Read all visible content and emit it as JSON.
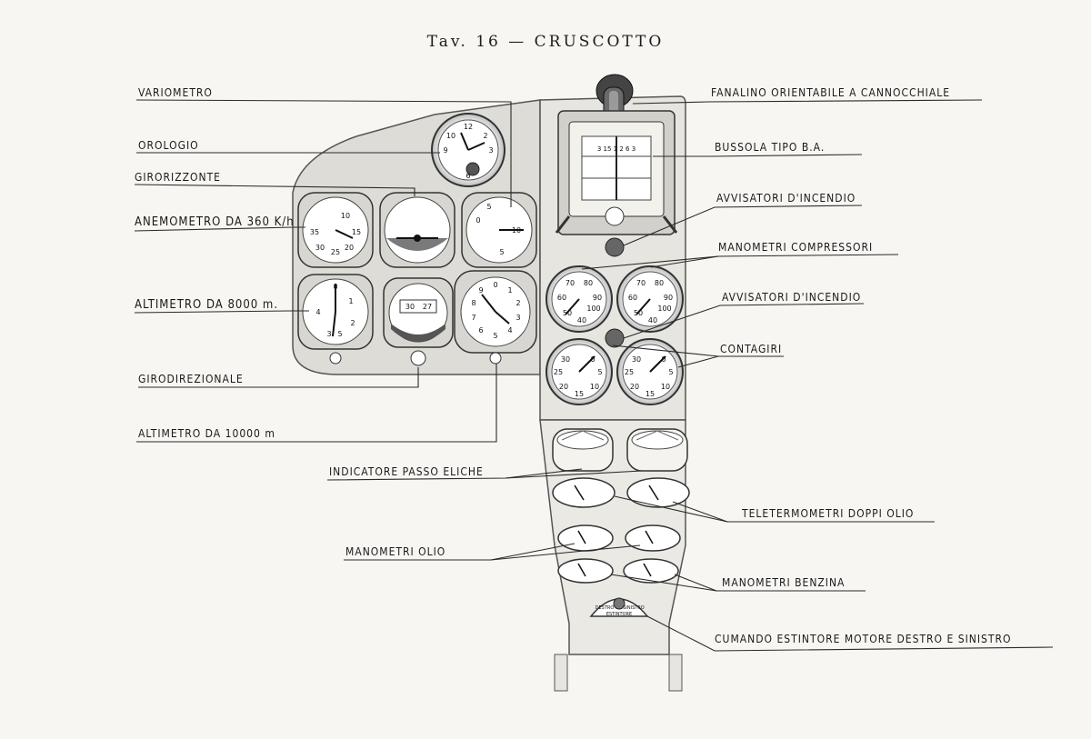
{
  "title": "Tav. 16 — CRUSCOTTO",
  "labels": {
    "variometro": "VARIOMETRO",
    "orologio": "OROLOGIO",
    "girorizzonte": "GIRORIZZONTE",
    "anemometro": "ANEMOMETRO DA 360 K/h",
    "altimetro_8000": "ALTIMETRO DA 8000 m.",
    "girodirezionale": "GIRODIREZIONALE",
    "altimetro_10000": "ALTIMETRO DA 10000 m",
    "fanalino": "FANALINO ORIENTABILE A CANNOCCHIALE",
    "bussola": "BUSSOLA TIPO B.A.",
    "avvisatori_1": "AVVISATORI D'INCENDIO",
    "manometri_compressori": "MANOMETRI COMPRESSORI",
    "avvisatori_2": "AVVISATORI D'INCENDIO",
    "contagiri": "CONTAGIRI",
    "indicatore_passo": "INDICATORE PASSO ELICHE",
    "teletermometri": "TELETERMOMETRI DOPPI OLIO",
    "manometri_olio": "MANOMETRI OLIO",
    "manometri_benzina": "MANOMETRI BENZINA",
    "cumando_estintore": "CUMANDO ESTINTORE MOTORE DESTRO E SINISTRO"
  },
  "dial_text": {
    "anemometro_numbers": [
      "10",
      "15",
      "20",
      "25",
      "30",
      "35"
    ],
    "orologio_numbers": [
      "12",
      "3",
      "6",
      "9",
      "10",
      "2"
    ],
    "variometro_numbers": [
      "0",
      "5",
      "10",
      "5"
    ],
    "altimetro8000_numbers": [
      "0",
      "1",
      "2",
      "3",
      "4",
      "5"
    ],
    "girodirezionale_numbers": [
      "30",
      "27"
    ],
    "altimetro10000_numbers": [
      "0",
      "1",
      "2",
      "3",
      "4",
      "5",
      "6",
      "7",
      "8",
      "9"
    ],
    "compressori_numbers": [
      "70",
      "80",
      "60",
      "90",
      "50",
      "100",
      "40"
    ],
    "contagiri_numbers": [
      "30",
      "0",
      "25",
      "5",
      "20",
      "10",
      "15"
    ],
    "bussola_scale": "3 15 1 2 6 3",
    "estintore_text": [
      "DESTRO",
      "SINISTRO",
      "ESTINTORE"
    ]
  }
}
